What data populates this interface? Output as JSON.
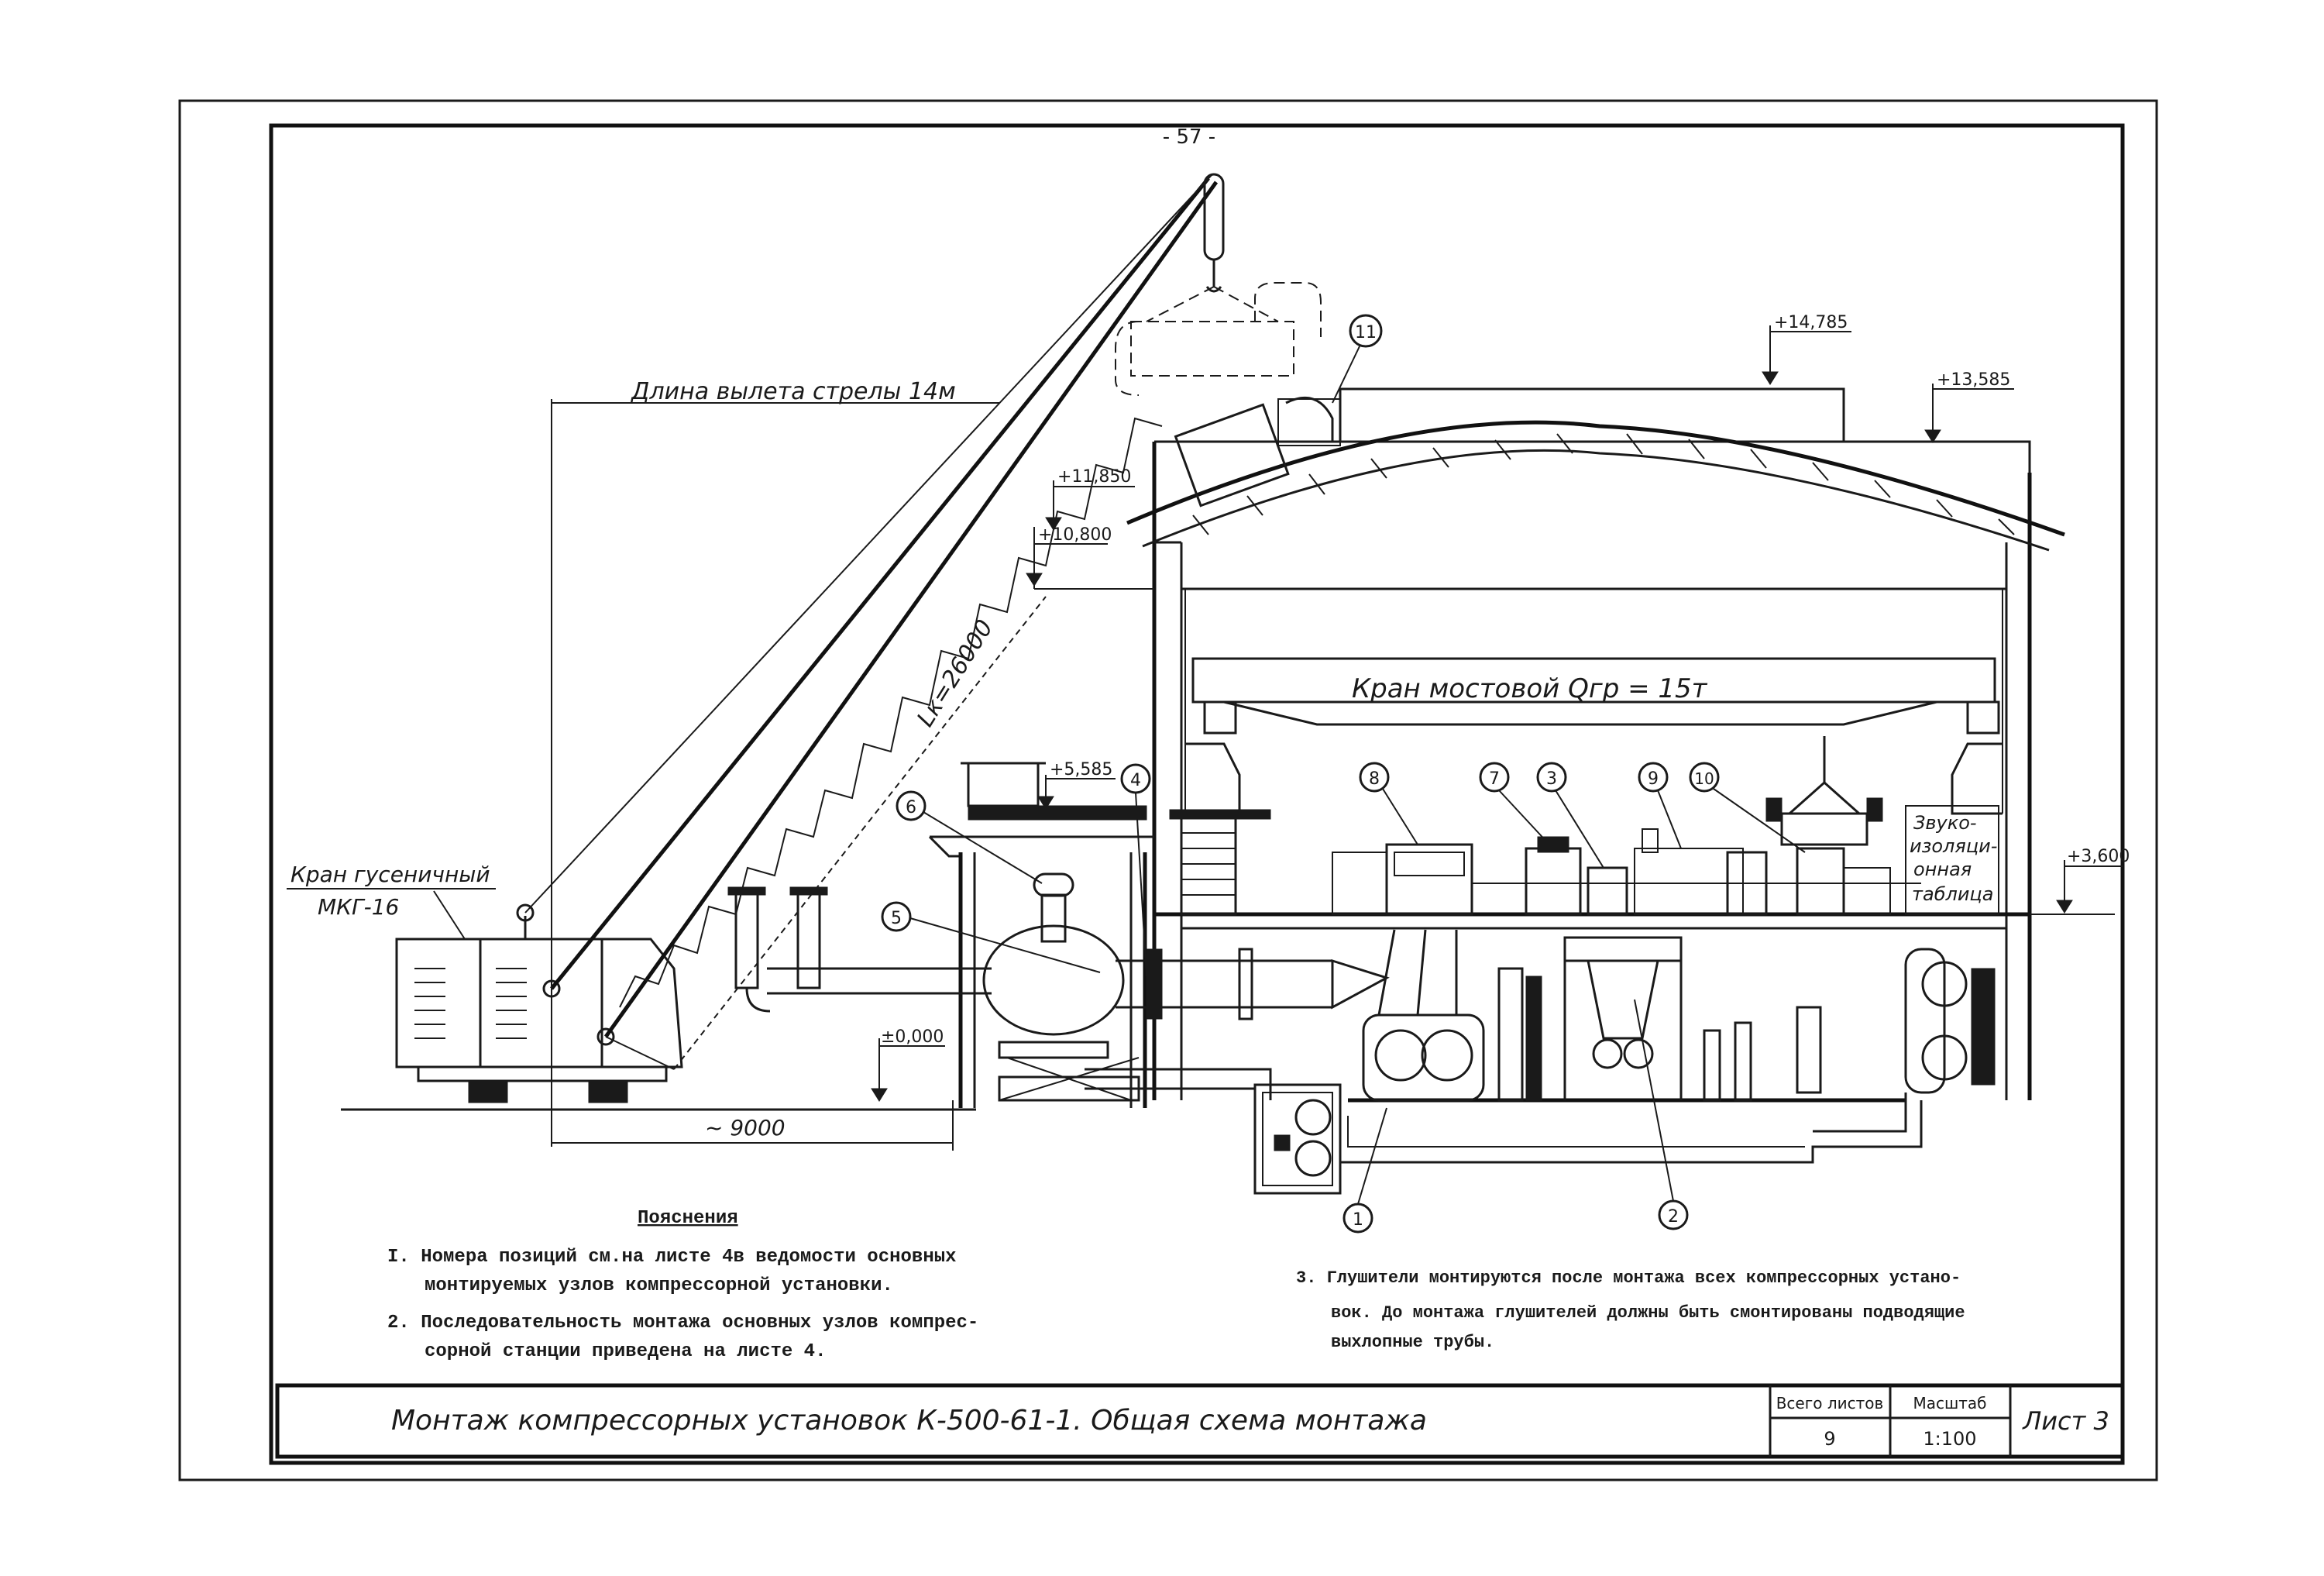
{
  "page_number": "- 57 -",
  "crawler_crane": {
    "label_line1": "Кран гусеничный",
    "label_line2": "МКГ-16",
    "boom_length": "Lк=26000",
    "reach_label": "Длина вылета стрелы 14м",
    "base_distance": "~ 9000"
  },
  "bridge_crane": {
    "label": "Кран мостовой Qгр = 15т"
  },
  "elevations": {
    "e14785": "+14,785",
    "e13585": "+13,585",
    "e11850": "+11,850",
    "e10800": "+10,800",
    "e5585": "+5,585",
    "e3600": "+3,600",
    "e0000": "±0,000"
  },
  "sound_panel": {
    "line1": "Звуко-",
    "line2": "изоляци-",
    "line3": "онная",
    "line4": "таблица"
  },
  "positions": {
    "p1": "1",
    "p2": "2",
    "p3": "3",
    "p4": "4",
    "p5": "5",
    "p6": "6",
    "p7": "7",
    "p8": "8",
    "p9": "9",
    "p10": "10",
    "p11": "11"
  },
  "notes": {
    "heading": "Пояснения",
    "n1_line1": "I. Номера позиций см.на листе 4в ведомости основных",
    "n1_line2": "монтируемых узлов компрессорной установки.",
    "n2_line1": "2. Последовательность монтажа основных узлов компрес-",
    "n2_line2": "сорной станции приведена на листе 4.",
    "n3_line1": "3. Глушители монтируются после монтажа всех компрессорных устано-",
    "n3_line2": "вок. До монтажа глушителей должны быть смонтированы подводящие",
    "n3_line3": "выхлопные трубы."
  },
  "title_block": {
    "title": "Монтаж компрессорных установок  К-500-61-1.  Общая схема монтажа",
    "total_sheets_label": "Всего листов",
    "total_sheets_value": "9",
    "scale_label": "Масштаб",
    "scale_value": "1:100",
    "sheet": "Лист 3"
  }
}
